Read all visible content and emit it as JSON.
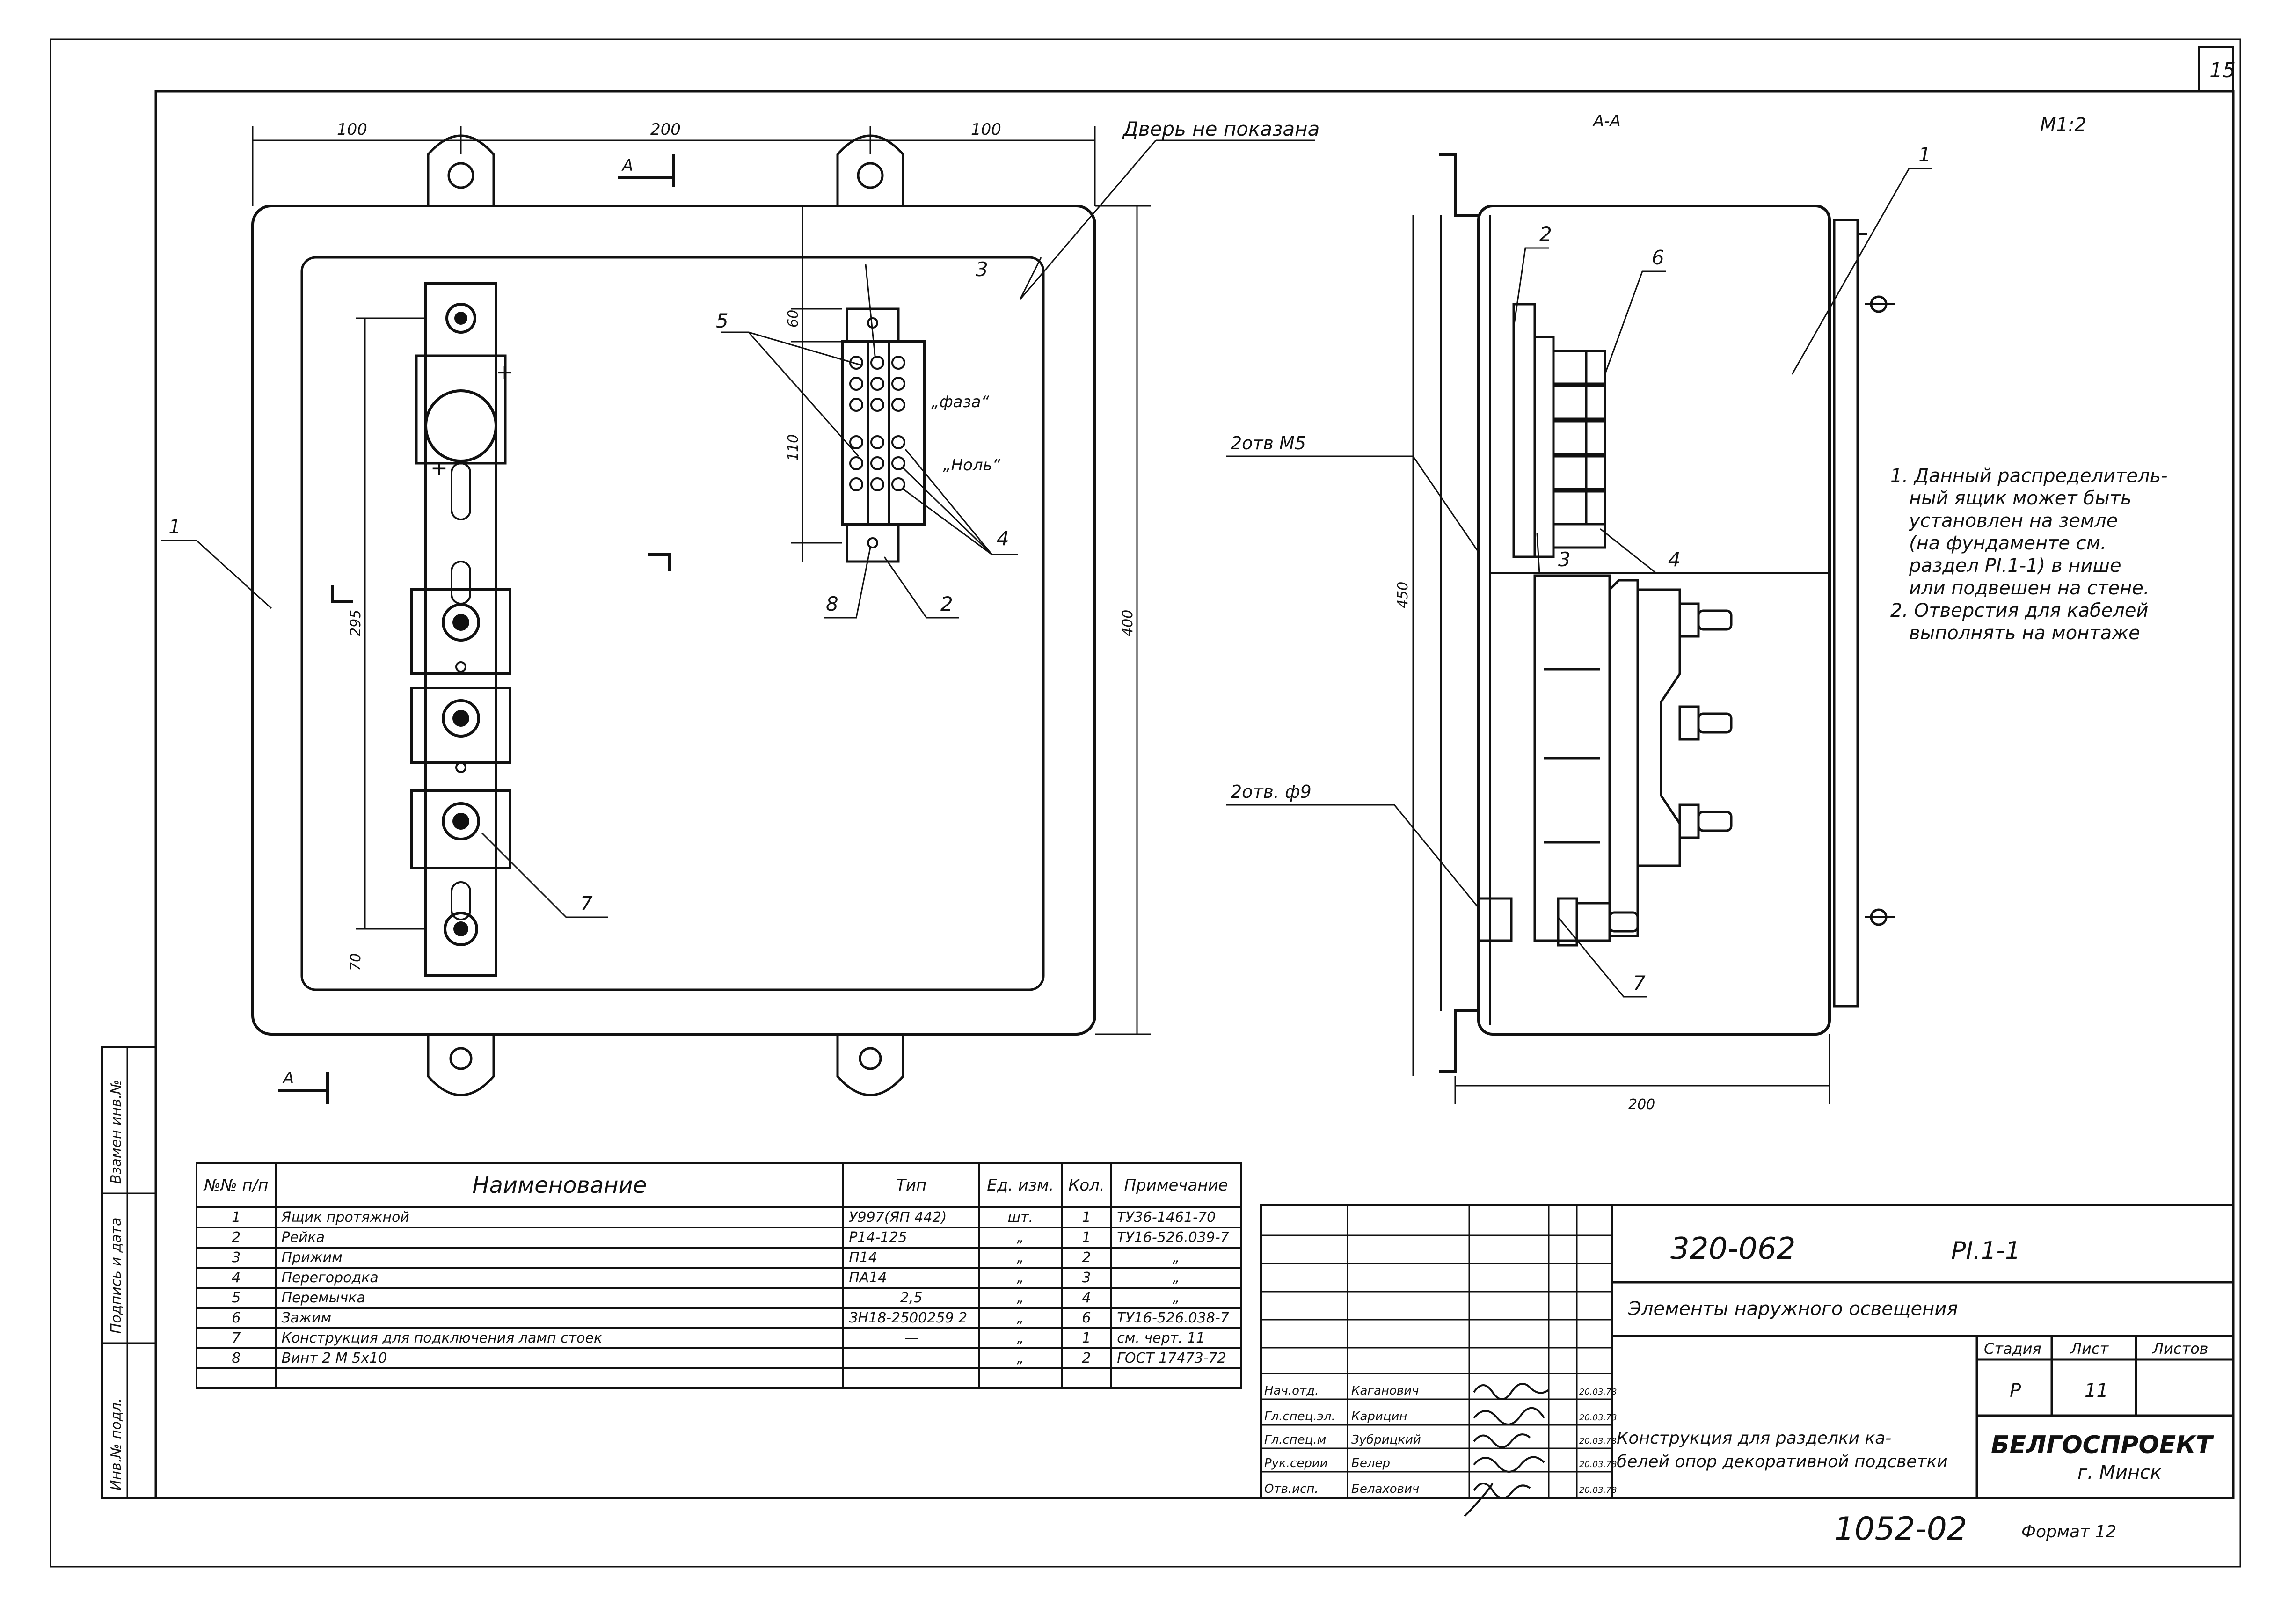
{
  "sheet": {
    "number": "15",
    "scale": "М1:2",
    "format": "Формат 12"
  },
  "front_view": {
    "dims": [
      "100",
      "200",
      "100",
      "60",
      "110",
      "295",
      "400",
      "70"
    ],
    "labels": [
      "1",
      "3",
      "5",
      "4",
      "8",
      "2",
      "7"
    ],
    "door_note": "Дверь не показана",
    "phase": "„фаза“",
    "neutral": "„Ноль“",
    "section_mark": "А",
    "plus": "+"
  },
  "section_view": {
    "title": "А-А",
    "labels": [
      "1",
      "2",
      "6",
      "3",
      "4",
      "7"
    ],
    "holes_m5": "2отв М5",
    "holes_d9": "2отв. ф9",
    "dim_height": "450",
    "dim_width": "200"
  },
  "notes": [
    "1. Данный распределитель-",
    "ный ящик может быть",
    "установлен на земле",
    "(на фундаменте см.",
    "раздел РI.1-1) в нише",
    "или подвешен на стене.",
    "2. Отверстия для кабелей",
    "выполнять на монтаже"
  ],
  "stamps": {
    "side_1": "Взамен инв.№",
    "side_2": "Подпись и дата",
    "side_3": "Инв.№ подл."
  },
  "parts": {
    "headers": [
      "№№ п/п",
      "Наименование",
      "Тип",
      "Ед. изм.",
      "Кол.",
      "Примечание"
    ],
    "rows": [
      [
        "1",
        "Ящик протяжной",
        "У997(ЯП 442)",
        "шт.",
        "1",
        "ТУ36-1461-70"
      ],
      [
        "2",
        "Рейка",
        "Р14-125",
        "„",
        "1",
        "ТУ16-526.039-7"
      ],
      [
        "3",
        "Прижим",
        "П14",
        "„",
        "2",
        "„"
      ],
      [
        "4",
        "Перегородка",
        "ПА14",
        "„",
        "3",
        "„"
      ],
      [
        "5",
        "Перемычка",
        "2,5",
        "„",
        "4",
        "„"
      ],
      [
        "6",
        "Зажим",
        "ЗН18-2500259 2",
        "„",
        "6",
        "ТУ16-526.038-7"
      ],
      [
        "7",
        "Конструкция для подключения ламп стоек",
        "—",
        "„",
        "1",
        "см. черт. 11"
      ],
      [
        "8",
        "Винт 2 М 5х10",
        "",
        "„",
        "2",
        "ГОСТ 17473-72"
      ]
    ]
  },
  "title_block": {
    "doc_code": "320-062",
    "sheet_code": "РI.1-1",
    "subject": "Элементы наружного освещения",
    "drawing_title": [
      "Конструкция для разделки ка-",
      "белей опор декоративной подсветки"
    ],
    "stage_head": "Стадия",
    "sheet_head": "Лист",
    "sheets_head": "Листов",
    "stage": "Р",
    "sheet": "11",
    "org": [
      "БЕЛГОСПРОЕКТ",
      "г. Минск"
    ],
    "roles": [
      "Нач.отд.",
      "Гл.спец.эл.",
      "Гл.спец.м",
      "Рук.серии",
      "Отв.исп."
    ],
    "names": [
      "Каганович",
      "Карицин",
      "Зубрицкий",
      "Белер",
      "Белахович"
    ],
    "dates": [
      "20.03.78",
      "20.03.78",
      "20.03.78",
      "20.03.78",
      "20.03.78"
    ],
    "bottom_code": "1052-02"
  }
}
